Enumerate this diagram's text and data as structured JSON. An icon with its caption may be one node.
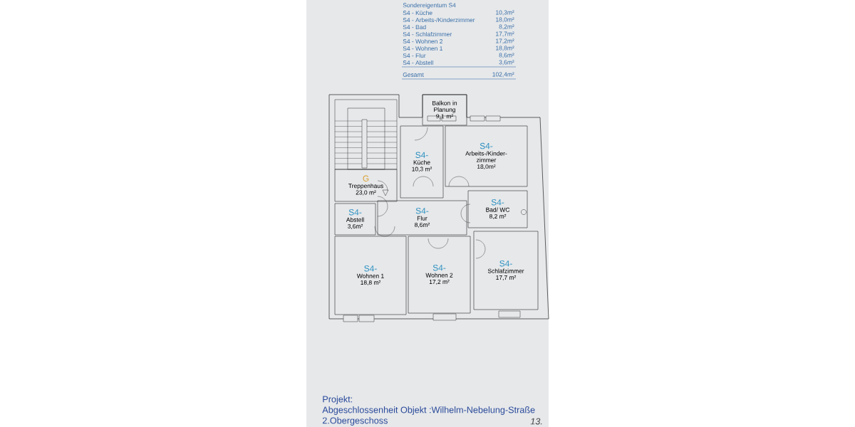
{
  "diagram": {
    "nodes": [
      {
        "text": [
          "Balkon in Planung",
          "9,1 m²"
        ]
      },
      {
        "text": [
          "S4-",
          "Küche",
          "10,3 m²"
        ]
      },
      {
        "text": [
          "S4-",
          "Arbeits-/Kinder- zimmer",
          "18,0m²"
        ]
      },
      {
        "text": [
          "G",
          "Treppenhaus",
          "23,0 m²"
        ]
      },
      {
        "text": [
          "S4-",
          "Abstell",
          "3,6m²"
        ]
      },
      {
        "text": [
          "S4-",
          "Flur",
          "8,6m²"
        ]
      },
      {
        "text": [
          "S4-",
          "Bad/ WC",
          "8,2 m²"
        ]
      },
      {
        "text": [
          "S4-",
          "Wohnen 1",
          "18,8 m²"
        ]
      },
      {
        "text": [
          "S4-",
          "Wohnen 2",
          "17,2 m²"
        ]
      },
      {
        "text": [
          "S4-",
          "Schlafzimmer",
          "17,7 m²"
        ]
      }
    ],
    "labels": [
      "Sondereigentum S4",
      "S4 - Küche",
      "10,3m²",
      "S4 - Arbeits-/Kinderzimmer",
      "18,0m²",
      "S4 - Bad",
      "8,2m²",
      "S4 - Schlafzimmer",
      "17,7m²",
      "S4 - Wohnen 2",
      "17,2m²",
      "S4 - Wohnen 1",
      "18,8m²",
      "S4 - Flur",
      "8,6m²",
      "S4 - Abstell",
      "3,6m²",
      "Gesamt",
      "102,4m²",
      "Projekt:",
      "Abgeschlossenheit Objekt :Wilhelm-Nebelung-Straße",
      "2.Obergeschoss",
      "13."
    ]
  }
}
